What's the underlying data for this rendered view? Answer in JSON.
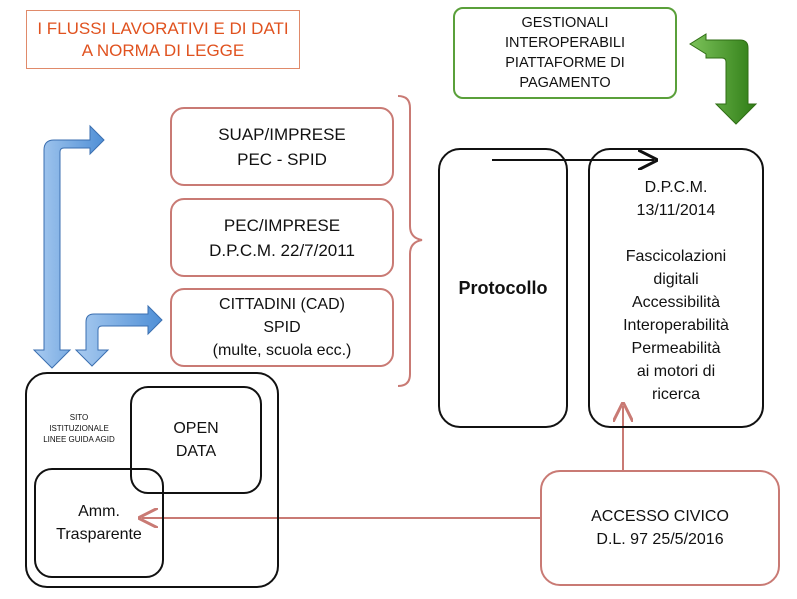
{
  "title": {
    "line1": "I FLUSSI LAVORATIVI E DI DATI",
    "line2": "A NORMA DI LEGGE"
  },
  "gestionali": {
    "line1": "GESTIONALI",
    "line2": "INTEROPERABILI",
    "line3": "PIATTAFORME DI",
    "line4": "PAGAMENTO"
  },
  "suap": {
    "line1": "SUAP/IMPRESE",
    "line2": "PEC  - SPID"
  },
  "pec": {
    "line1": "PEC/IMPRESE",
    "line2": "D.P.C.M. 22/7/2011"
  },
  "cittadini": {
    "line1": "CITTADINI (CAD)",
    "line2": "SPID",
    "line3": "(multe, scuola ecc.)"
  },
  "protocollo": {
    "label": "Protocollo"
  },
  "dpcm": {
    "line1": "D.P.C.M.",
    "line2": "13/11/2014",
    "line3": "Fascicolazioni",
    "line4": "digitali",
    "line5": "Accessibilità",
    "line6": "Interoperabilità",
    "line7": "Permeabilità",
    "line8": "ai motori di",
    "line9": "ricerca"
  },
  "sito": {
    "line1": "SITO",
    "line2": "ISTITUZIONALE",
    "line3": "LINEE GUIDA AGID"
  },
  "open_data": {
    "line1": "OPEN",
    "line2": "DATA"
  },
  "amm": {
    "line1": "Amm.",
    "line2": "Trasparente"
  },
  "accesso": {
    "line1": "ACCESSO CIVICO",
    "line2": "D.L. 97 25/5/2016"
  },
  "colors": {
    "blue_arrow": "#6fa3dc",
    "green_arrow": "#4a9a2a",
    "red_border": "#c97a74",
    "title_text": "#e0521f"
  }
}
